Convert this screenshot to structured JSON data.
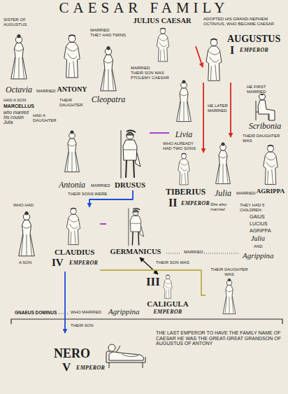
{
  "diagram": {
    "title": "CAESAR FAMILY",
    "nodes": [
      {
        "text": [
          "JULIUS CAESAR"
        ]
      },
      {
        "text": [
          "Octavia"
        ]
      },
      {
        "text": [
          "ANTONY"
        ]
      },
      {
        "text": [
          "Cleopatra"
        ]
      },
      {
        "text": [
          "AUGUSTUS",
          "I",
          "EMPEROR"
        ]
      },
      {
        "text": [
          "Scribonia"
        ]
      },
      {
        "text": [
          "Livia"
        ]
      },
      {
        "text": [
          "Antonia"
        ]
      },
      {
        "text": [
          "DRUSUS"
        ]
      },
      {
        "text": [
          "TIBERIUS",
          "II",
          "EMPEROR"
        ]
      },
      {
        "text": [
          "Julia"
        ]
      },
      {
        "text": [
          "AGRIPPA"
        ]
      },
      {
        "text": [
          "CLAUDIUS",
          "IV",
          "EMPEROR"
        ]
      },
      {
        "text": [
          "GERMANICUS"
        ]
      },
      {
        "text": [
          "III",
          "CALIGULA",
          "EMPEROR"
        ]
      },
      {
        "text": [
          "THEIR DAUGHTER WAS"
        ]
      },
      {
        "text": [
          "NERO",
          "V",
          "EMPEROR"
        ]
      }
    ],
    "edges": [
      {
        "from": 0,
        "to": 4,
        "arrow": "to"
      },
      {
        "from": 4,
        "to": 10,
        "arrow": "to"
      },
      {
        "from": 4,
        "to": 9,
        "arrow": "to"
      },
      {
        "from": 8,
        "to": 6,
        "arrow": "none"
      },
      {
        "from": 8,
        "to": 12,
        "arrow": "to"
      },
      {
        "from": 12,
        "to": 13,
        "arrow": "none"
      },
      {
        "from": 13,
        "to": 14,
        "arrow": "both"
      },
      {
        "from": 12,
        "to": 15,
        "arrow": "none"
      },
      {
        "from": 12,
        "to": 16,
        "arrow": "to"
      }
    ],
    "labels": [
      "SISTER OF AUGUSTUS",
      "ADOPTED HIS GRAND-NEPHEW OCTAVIUS, WHO BECAME CAESAR",
      "MARRIED",
      "THEY HAD TWINS",
      "MARRIED",
      "THEIR SON WAS PTOLEMY CAESAR",
      "MARRIED",
      "HE FIRST MARRIED",
      "HAD A SON",
      "MARCELLUS",
      "who married his cousin Julia",
      "THEIR DAUGHTER",
      "HAD A DAUGHTER",
      "HE LATER MARRIED",
      "THEIR DAUGHTER WAS",
      "WHO ALREADY HAD TWO SONS",
      "MARRIED",
      "MARRIED",
      "THEIR SONS WERE",
      "She also married",
      "THEY HAD 5 CHILDREN:",
      "GAIUS",
      "LUCIUS",
      "AGRIPPA",
      "Julia",
      "AND",
      "WHO HAD",
      "MARRIED",
      "Agrippina",
      "A SON",
      "THEIR SON WAS",
      "GNAEUS DOMINUS",
      "WHO MARRIED",
      "Agrippina",
      "THEIR SON",
      "THE LAST EMPEROR TO HAVE THE FAMILY NAME OF CAESAR HE WAS THE GREAT-GREAT GRANDSON OF AUGUSTUS OF ANTONY"
    ]
  }
}
